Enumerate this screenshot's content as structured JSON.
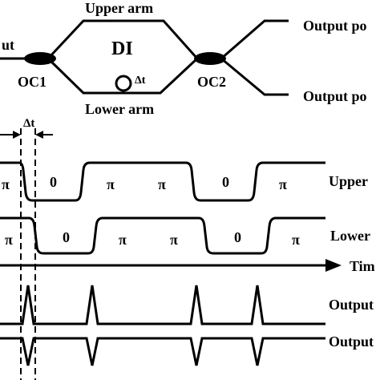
{
  "top_diagram": {
    "input_label": "ut",
    "upper_arm_label": "Upper arm",
    "lower_arm_label": "Lower arm",
    "interferometer_label": "DI",
    "delay_label": "Δt",
    "coupler_1_label": "OC1",
    "coupler_2_label": "OC2",
    "output_port_upper_label": "Output po",
    "output_port_lower_label": "Output po"
  },
  "timing_diagram": {
    "delay_label": "Δt",
    "upper_trace": {
      "label": "Upper",
      "phases": [
        "π",
        "0",
        "π",
        "π",
        "0",
        "π"
      ]
    },
    "lower_trace": {
      "label": "Lower",
      "phases": [
        "π",
        "0",
        "π",
        "π",
        "0",
        "π"
      ]
    },
    "time_axis_label": "Tim",
    "output_1_label": "Output",
    "output_2_label": "Output"
  }
}
